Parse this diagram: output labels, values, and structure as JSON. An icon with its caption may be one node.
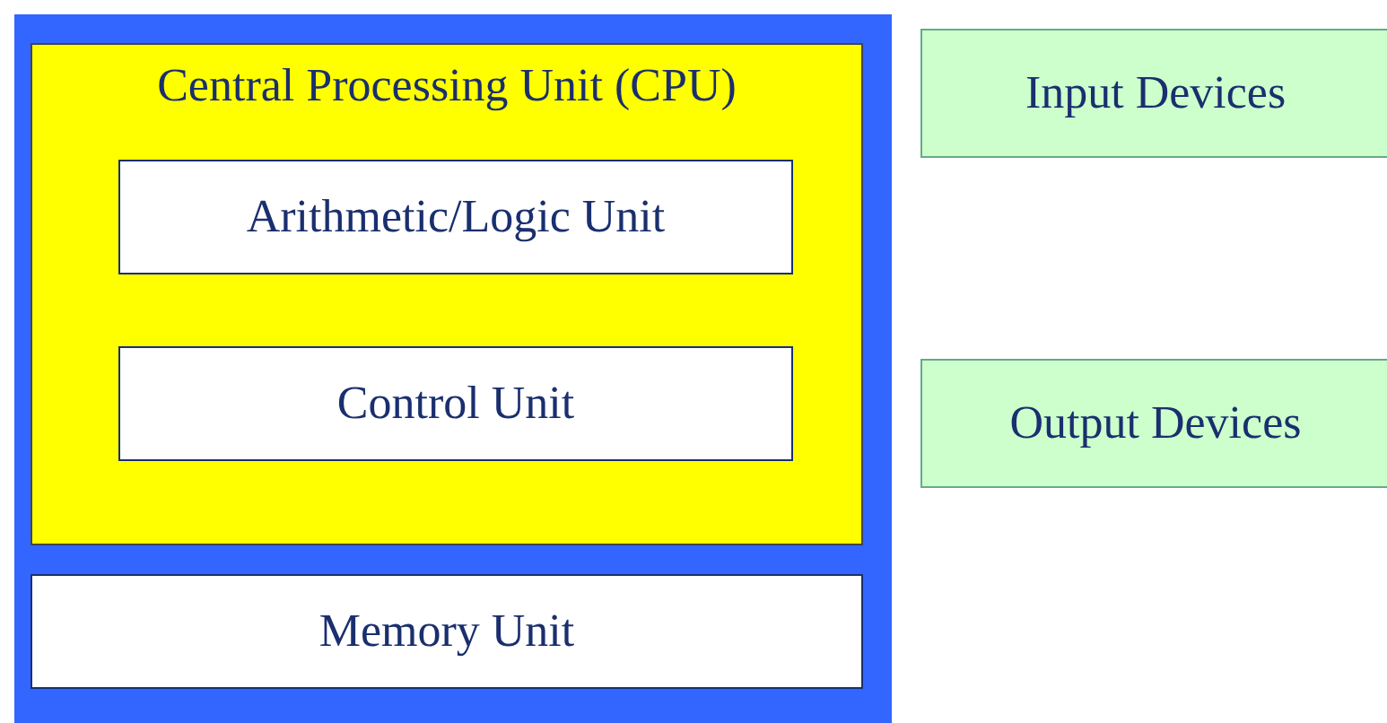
{
  "diagram": {
    "nodes": [
      {
        "text": [],
        "shape": "box"
      },
      {
        "text": [
          "Central Processing Unit (CPU)"
        ],
        "in": 0
      },
      {
        "text": [
          "Arithmetic/Logic Unit"
        ],
        "in": 1
      },
      {
        "text": [
          "Control Unit"
        ],
        "in": 1
      },
      {
        "text": [
          "Memory Unit"
        ],
        "in": 0
      },
      {
        "text": [
          "Input Devices"
        ]
      },
      {
        "text": [
          "Output Devices"
        ]
      }
    ]
  }
}
